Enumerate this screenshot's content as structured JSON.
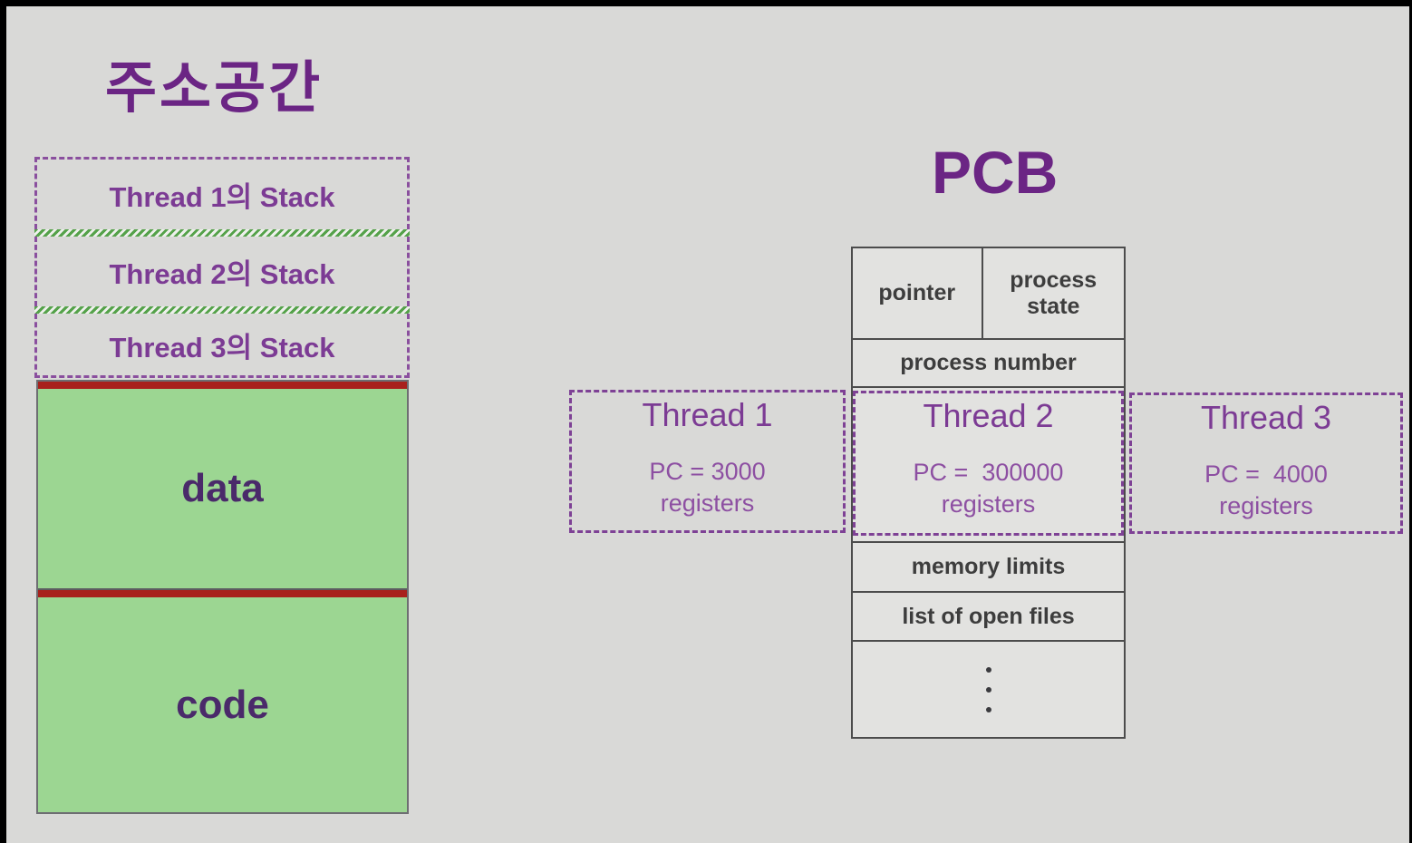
{
  "address_space": {
    "title": "주소공간",
    "stacks": [
      {
        "label": "Thread 1의 Stack"
      },
      {
        "label": "Thread 2의 Stack"
      },
      {
        "label": "Thread 3의 Stack"
      }
    ],
    "segments": {
      "data": "data",
      "code": "code"
    }
  },
  "pcb": {
    "title": "PCB",
    "cells": {
      "pointer": "pointer",
      "process_state": "process state",
      "process_number": "process number",
      "memory_limits": "memory limits",
      "list_of_open_files": "list of open files"
    }
  },
  "threads": [
    {
      "name": "Thread 1",
      "pc": "PC = 3000",
      "registers": "registers"
    },
    {
      "name": "Thread 2",
      "pc": "PC =  300000",
      "registers": "registers"
    },
    {
      "name": "Thread 3",
      "pc": "PC =  4000",
      "registers": "registers"
    }
  ],
  "colors": {
    "title_purple": "#6b2584",
    "label_purple": "#7c3b94",
    "pc_purple": "#8d4fa2",
    "segment_green": "#9cd692",
    "divider_red": "#a8211c",
    "cell_gray": "#e2e2e0",
    "table_border": "#4c4c4c",
    "zigzag_green": "#55a24a",
    "dashed_purple": "#8a4f9e",
    "background": "#d9d9d7"
  }
}
